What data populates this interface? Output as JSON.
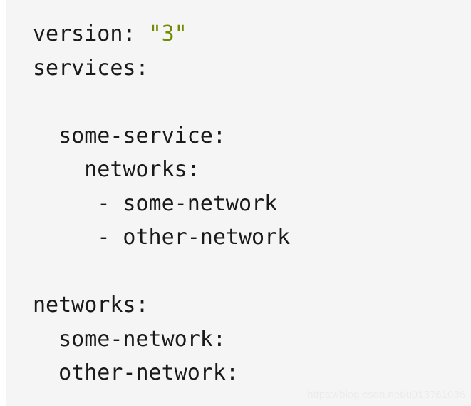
{
  "document": {
    "kind": "code-block",
    "language": "yaml",
    "background_color": "#f5f5f5",
    "page_background_color": "#ffffff",
    "default_text_color": "#1a1a1a",
    "string_color": "#718c00"
  },
  "code": {
    "lines": [
      {
        "id": "line-1",
        "indent": "",
        "tokens": [
          {
            "type": "key",
            "text": "version"
          },
          {
            "type": "punct",
            "text": ":"
          },
          {
            "type": "plain",
            "text": " "
          },
          {
            "type": "string",
            "text": "\"3\""
          }
        ],
        "plain_text": "version: \"3\""
      },
      {
        "id": "line-2",
        "indent": "",
        "tokens": [
          {
            "type": "key",
            "text": "services"
          },
          {
            "type": "punct",
            "text": ":"
          }
        ],
        "plain_text": "services:"
      },
      {
        "id": "line-3",
        "indent": "",
        "tokens": [],
        "plain_text": ""
      },
      {
        "id": "line-4",
        "indent": "  ",
        "tokens": [
          {
            "type": "key",
            "text": "some-service"
          },
          {
            "type": "punct",
            "text": ":"
          }
        ],
        "plain_text": "  some-service:"
      },
      {
        "id": "line-5",
        "indent": "    ",
        "tokens": [
          {
            "type": "key",
            "text": "networks"
          },
          {
            "type": "punct",
            "text": ":"
          }
        ],
        "plain_text": "    networks:"
      },
      {
        "id": "line-6",
        "indent": "     ",
        "tokens": [
          {
            "type": "dash",
            "text": "-"
          },
          {
            "type": "plain",
            "text": " some-network"
          }
        ],
        "plain_text": "     - some-network"
      },
      {
        "id": "line-7",
        "indent": "     ",
        "tokens": [
          {
            "type": "dash",
            "text": "-"
          },
          {
            "type": "plain",
            "text": " other-network"
          }
        ],
        "plain_text": "     - other-network"
      },
      {
        "id": "line-8",
        "indent": "",
        "tokens": [],
        "plain_text": ""
      },
      {
        "id": "line-9",
        "indent": "",
        "tokens": [
          {
            "type": "key",
            "text": "networks"
          },
          {
            "type": "punct",
            "text": ":"
          }
        ],
        "plain_text": "networks:"
      },
      {
        "id": "line-10",
        "indent": "  ",
        "tokens": [
          {
            "type": "key",
            "text": "some-network"
          },
          {
            "type": "punct",
            "text": ":"
          }
        ],
        "plain_text": "  some-network:"
      },
      {
        "id": "line-11",
        "indent": "  ",
        "tokens": [
          {
            "type": "key",
            "text": "other-network"
          },
          {
            "type": "punct",
            "text": ":"
          }
        ],
        "plain_text": "  other-network:"
      }
    ]
  },
  "watermark": {
    "text": "https://blog.csdn.net/u013761036",
    "color": "#ececec"
  }
}
